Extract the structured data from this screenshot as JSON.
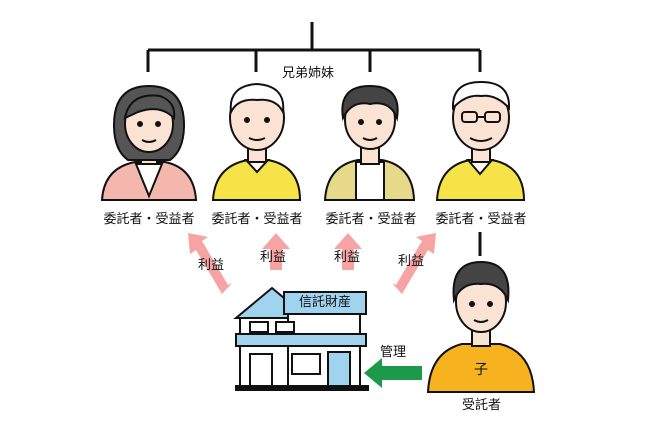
{
  "group_label": "兄弟姉妹",
  "settlors": [
    {
      "caption": "委託者・受益者",
      "icon": "woman-pink-icon"
    },
    {
      "caption": "委託者・受益者",
      "icon": "old-man-yellow-icon"
    },
    {
      "caption": "委託者・受益者",
      "icon": "man-khaki-icon"
    },
    {
      "caption": "委託者・受益者",
      "icon": "old-man-glasses-icon"
    }
  ],
  "benefit_labels": [
    "利益",
    "利益",
    "利益",
    "利益"
  ],
  "trust_property": {
    "title": "信託財産",
    "icon": "house-icon"
  },
  "management_label": "管理",
  "trustee": {
    "badge": "子",
    "caption": "受託者",
    "icon": "young-man-orange-icon"
  },
  "colors": {
    "tree_line": "#111111",
    "benefit_arrow": "#f5a3a3",
    "management_arrow": "#1d9a49",
    "house_blue": "#9fd3ee",
    "pink": "#f3b7ad",
    "yellow": "#f6e348",
    "khaki": "#e6d98a",
    "orange": "#f7b21f",
    "skin": "#fbe3d3"
  }
}
